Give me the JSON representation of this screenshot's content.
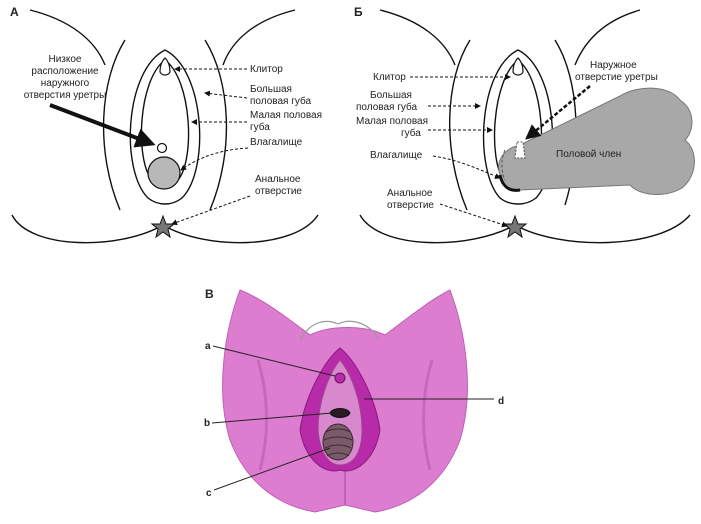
{
  "panels": {
    "a": "А",
    "b": "Б",
    "c": "В"
  },
  "panel_a": {
    "note_lines": [
      "Низкое",
      "расположение",
      "наружного",
      "отверстия уретры"
    ],
    "clitoris": "Клитор",
    "labia_majora_lines": [
      "Большая",
      "половая губа"
    ],
    "labia_minora_lines": [
      "Малая половая",
      "губа"
    ],
    "vagina": "Влагалище",
    "anus_lines": [
      "Анальное",
      "отверстие"
    ]
  },
  "panel_b": {
    "clitoris": "Клитор",
    "labia_majora_lines": [
      "Большая",
      "половая губа"
    ],
    "labia_minora_lines": [
      "Малая половая",
      "губа"
    ],
    "vagina": "Влагалище",
    "anus_lines": [
      "Анальное",
      "отверстие"
    ],
    "urethra_lines": [
      "Наружное",
      "отверстие уретры"
    ],
    "penis": "Половой член"
  },
  "panel_c": {
    "letters": {
      "a": "a",
      "b": "b",
      "c": "c",
      "d": "d"
    }
  },
  "colors": {
    "skin_pink": "#dd7dcf",
    "labia_magenta": "#b72aa8",
    "line_black": "#111111",
    "gray_fill": "#b8b8b8",
    "penis_gray": "#a8a8a8"
  }
}
